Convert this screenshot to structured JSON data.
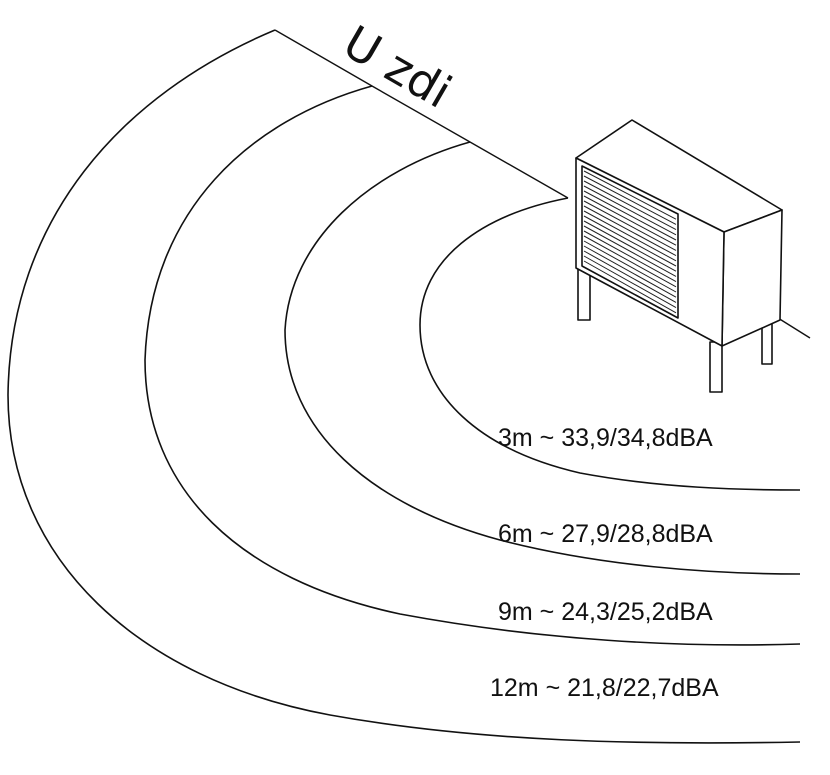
{
  "wall_label": "U zdi",
  "rings": [
    {
      "label": "3m ~ 33,9/34,8dBA"
    },
    {
      "label": "6m ~ 27,9/28,8dBA"
    },
    {
      "label": "9m ~ 24,3/25,2dBA"
    },
    {
      "label": "12m ~ 21,8/22,7dBA"
    }
  ]
}
